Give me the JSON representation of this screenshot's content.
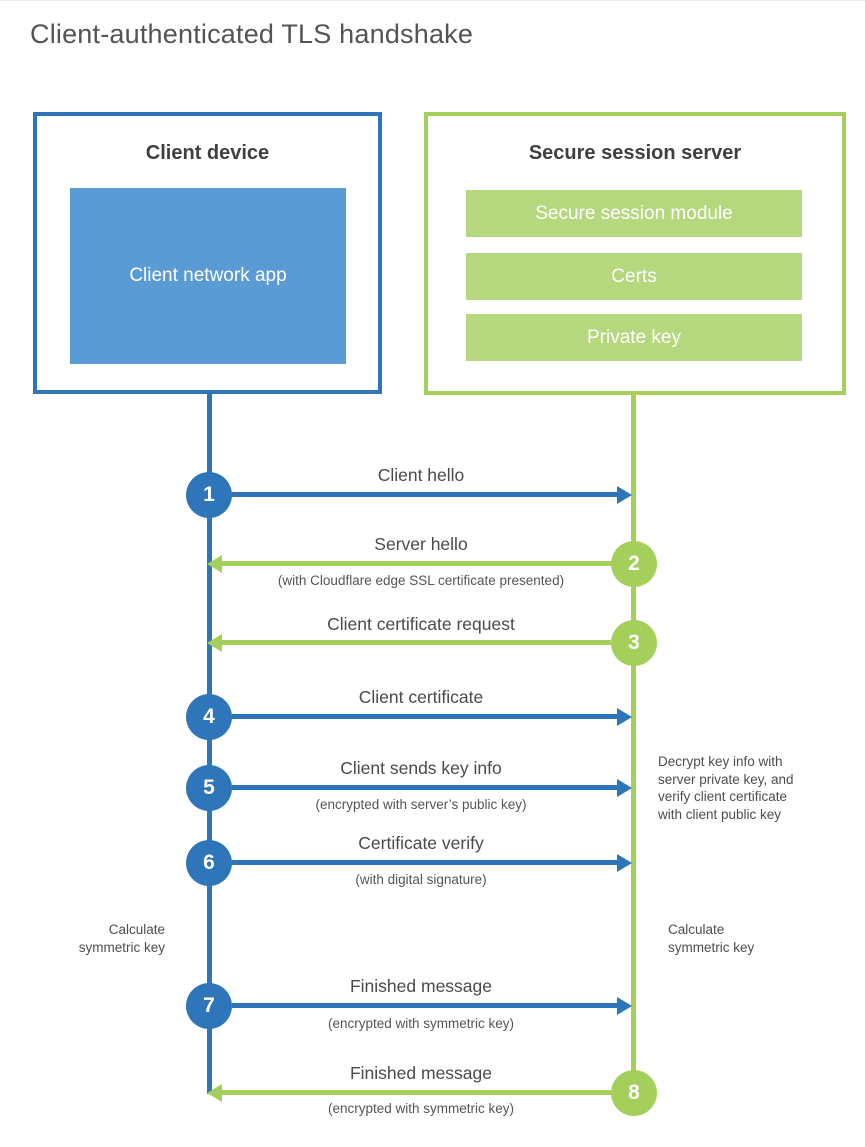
{
  "title": "Client-authenticated TLS handshake",
  "client_box": {
    "title": "Client device",
    "app_label": "Client network app"
  },
  "server_box": {
    "title": "Secure session server",
    "modules": [
      "Secure session module",
      "Certs",
      "Private key"
    ]
  },
  "steps": [
    {
      "number": "1",
      "from": "client",
      "to": "server",
      "label": "Client hello",
      "sublabel": ""
    },
    {
      "number": "2",
      "from": "server",
      "to": "client",
      "label": "Server hello",
      "sublabel": "(with Cloudflare edge SSL certificate presented)"
    },
    {
      "number": "3",
      "from": "server",
      "to": "client",
      "label": "Client certificate request",
      "sublabel": ""
    },
    {
      "number": "4",
      "from": "client",
      "to": "server",
      "label": "Client certificate",
      "sublabel": ""
    },
    {
      "number": "5",
      "from": "client",
      "to": "server",
      "label": "Client sends key info",
      "sublabel": "(encrypted with server’s public key)"
    },
    {
      "number": "6",
      "from": "client",
      "to": "server",
      "label": "Certificate verify",
      "sublabel": "(with digital signature)"
    },
    {
      "number": "7",
      "from": "client",
      "to": "server",
      "label": "Finished message",
      "sublabel": "(encrypted with symmetric key)"
    },
    {
      "number": "8",
      "from": "server",
      "to": "client",
      "label": "Finished message",
      "sublabel": "(encrypted with symmetric key)"
    }
  ],
  "notes": {
    "decrypt": {
      "lines": [
        "Decrypt key info with",
        "server private key, and",
        "verify client certificate",
        "with client public key"
      ]
    },
    "calculate_left": {
      "lines": [
        "Calculate",
        "symmetric key"
      ]
    },
    "calculate_right": {
      "lines": [
        "Calculate",
        "symmetric key"
      ]
    }
  },
  "colors": {
    "blue": "#2e76b9",
    "blue_fill": "#5b9bd5",
    "green": "#a4cf5a",
    "green_fill": "#b5d77e"
  }
}
